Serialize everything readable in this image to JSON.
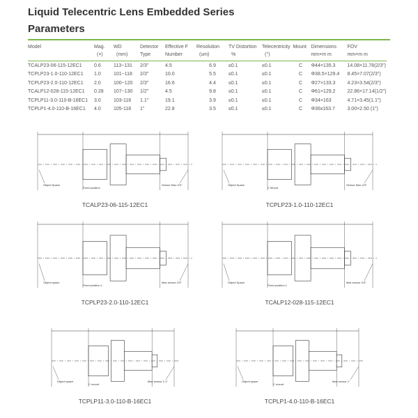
{
  "header": {
    "title": "Liquid Telecentric Lens Embedded Series",
    "subtitle": "Parameters"
  },
  "table": {
    "columns": [
      [
        "Model",
        ""
      ],
      [
        "Mag.",
        "(×)"
      ],
      [
        "WD",
        "(mm)"
      ],
      [
        "Detector",
        "Type"
      ],
      [
        "Effective F",
        "Number"
      ],
      [
        "Resolution",
        "(um)"
      ],
      [
        "TV Distortion",
        "%"
      ],
      [
        "Telecentricity",
        "(°)"
      ],
      [
        "",
        "Mount"
      ],
      [
        "Dimensions",
        "mm×m m"
      ],
      [
        "FOV",
        "mm×m m"
      ]
    ],
    "rows": [
      [
        "TCALP23-06-115-12EC1",
        "0.6",
        "113~131",
        "2/3\"",
        "4.5",
        "6.9",
        "≤0.1",
        "≤0.1",
        "C",
        "Φ44×135.3",
        "14.08×11.78(2/3\")"
      ],
      [
        "TCPLP23-1.0-110-12EC1",
        "1.0",
        "101~118",
        "2/3\"",
        "10.0",
        "5.5",
        "≤0.1",
        "≤0.1",
        "C",
        "Φ38.5×129.4",
        "8.45×7.07(2/3\")"
      ],
      [
        "TCPLP23-2.0-110-12EC1",
        "2.0",
        "100~120",
        "2/3\"",
        "16.6",
        "4.4",
        "≤0.1",
        "≤0.1",
        "C",
        "Φ27×133.3",
        "4.23×3.54(2/3\")"
      ],
      [
        "TCALP12-028-115-12EC1",
        "0.28",
        "107~130",
        "1/2\"",
        "4.5",
        "9.8",
        "≤0.1",
        "≤0.1",
        "C",
        "Φ61×129.2",
        "22.86×17.14(1/2\")"
      ],
      [
        "TCPLP11-3.0-110-B-16EC1",
        "3.0",
        "103-118",
        "1.1\"",
        "19.1",
        "3.9",
        "≤0.1",
        "≤0.1",
        "C",
        "Φ34×163",
        "4.71×3.45(1.1\")"
      ],
      [
        "TCPLP1-4.0-110-B-16EC1",
        "4.0",
        "105-118",
        "1\"",
        "22.8",
        "3.5",
        "≤0.1",
        "≤0.1",
        "C",
        "Φ36x163.7",
        "3.00×2.50 (1\")"
      ]
    ]
  },
  "drawings": [
    {
      "caption": "TCALP23-06-115-12EC1",
      "labels": [
        "Object Space",
        "Fixed position",
        "Sensor Max 2/3\""
      ]
    },
    {
      "caption": "TCPLP23-1.0-110-12EC1",
      "labels": [
        "Object Space",
        "C Mount",
        "Sensor Max 2/3\""
      ]
    },
    {
      "caption": "TCPLP23-2.0-110-12EC1",
      "labels": [
        "Object space",
        "Fixed position 1",
        "Max sensor 2/3\""
      ]
    },
    {
      "caption": "TCALP12-028-115-12EC1",
      "labels": [
        "Object Space",
        "Fixed position 1",
        "Max sensor 2/3\""
      ]
    },
    {
      "caption": "TCPLP11-3.0-110-B-16EC1",
      "labels": [
        "Object space",
        "C mount",
        "Max sensor 1.1\""
      ]
    },
    {
      "caption": "TCPLP1-4.0-110-B-16EC1",
      "labels": [
        "Object space",
        "C mount",
        "Max sensor 1\""
      ]
    }
  ]
}
